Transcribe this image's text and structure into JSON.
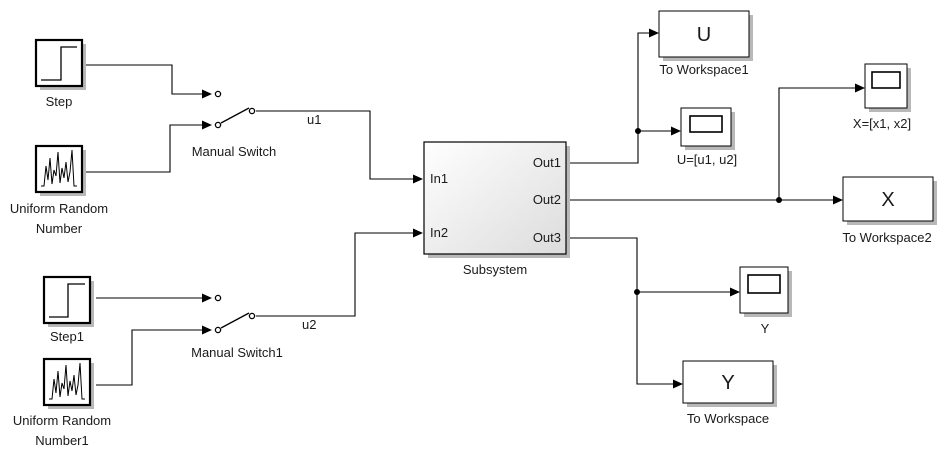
{
  "blocks": {
    "step": "Step",
    "urn_line1": "Uniform Random",
    "urn_line2": "Number",
    "manual_switch": "Manual Switch",
    "step1": "Step1",
    "urn1_line1": "Uniform Random",
    "urn1_line2": "Number1",
    "manual_switch1": "Manual Switch1",
    "subsystem": "Subsystem",
    "to_workspace1": "To Workspace1",
    "to_workspace1_var": "U",
    "scope_u": "U=[u1, u2]",
    "scope_x": "X=[x1, x2]",
    "to_workspace2": "To Workspace2",
    "to_workspace2_var": "X",
    "scope_y": "Y",
    "to_workspace": "To Workspace",
    "to_workspace_var": "Y"
  },
  "ports": {
    "in1": "In1",
    "in2": "In2",
    "out1": "Out1",
    "out2": "Out2",
    "out3": "Out3"
  },
  "signals": {
    "u1": "u1",
    "u2": "u2"
  },
  "colors": {
    "line": "#000000",
    "block_fill": "#ffffff",
    "subsystem_fill": "#efefef",
    "shadow": "#b8b8b8"
  }
}
